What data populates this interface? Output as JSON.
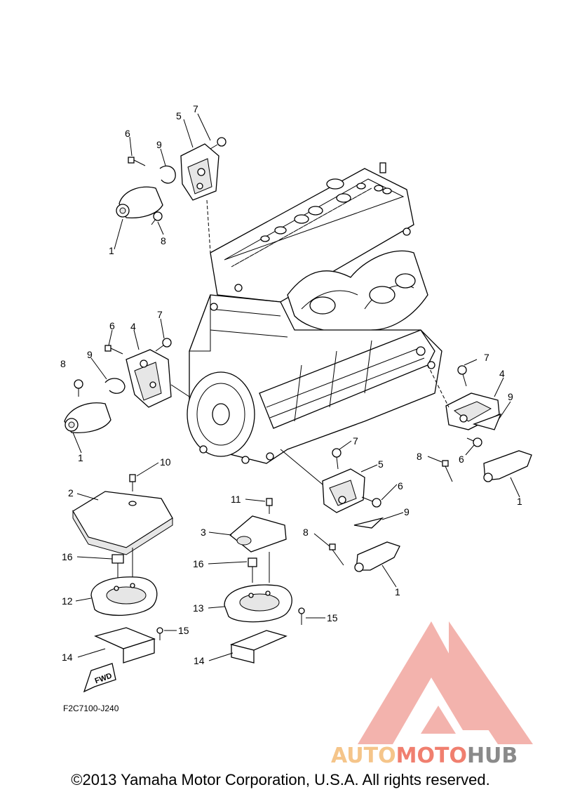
{
  "callouts": {
    "c1": "1",
    "c2": "2",
    "c3": "3",
    "c4": "4",
    "c5": "5",
    "c6": "6",
    "c7": "7",
    "c8": "8",
    "c9": "9",
    "c10": "10",
    "c11": "11",
    "c12": "12",
    "c13": "13",
    "c14": "14",
    "c15": "15",
    "c16": "16"
  },
  "fwd_label": "FWD",
  "drawing_code": "F2C7100-J240",
  "watermark": {
    "part1": "AUTO",
    "part2": "MOTO",
    "part3": "HUB",
    "color_auto": "#f5c58a",
    "color_moto": "#f07f6f",
    "color_hub": "#8a8a8a",
    "logo_color": "#f09a92"
  },
  "copyright": "©2013 Yamaha Motor Corporation, U.S.A. All rights reserved."
}
